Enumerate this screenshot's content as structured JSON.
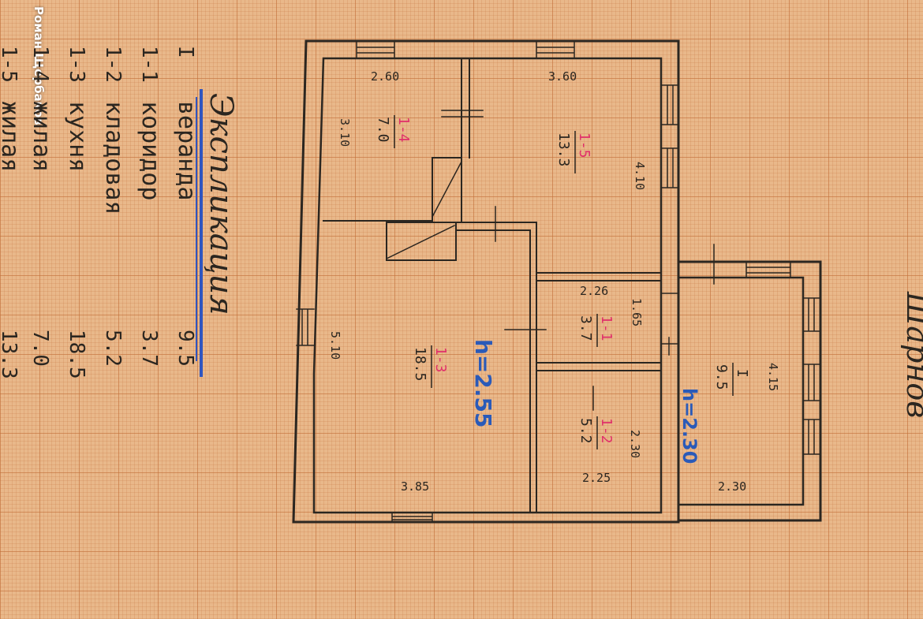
{
  "watermark": "Роман Щербаков",
  "street_label": "Шарнов",
  "legend": {
    "title": "Экспликация",
    "rows": [
      {
        "code": "I",
        "name": "веранда",
        "area": "9.5"
      },
      {
        "code": "1-1",
        "name": "коридор",
        "area": "3.7"
      },
      {
        "code": "1-2",
        "name": "кладовая",
        "area": "5.2"
      },
      {
        "code": "1-3",
        "name": "кухня",
        "area": "18.5"
      },
      {
        "code": "1-4",
        "name": "жилая",
        "area": "7.0"
      },
      {
        "code": "1-5",
        "name": "жилая",
        "area": "13.3"
      }
    ]
  },
  "rooms": [
    {
      "code": "1-4",
      "area": "7.0"
    },
    {
      "code": "1-5",
      "area": "13.3"
    },
    {
      "code": "1-3",
      "area": "18.5"
    },
    {
      "code": "1-1",
      "area": "3.7"
    },
    {
      "code": "1-2",
      "area": "5.2"
    },
    {
      "code": "I",
      "area": "9.5"
    }
  ],
  "dimensions": [
    "2.60",
    "3.60",
    "3.10",
    "4.10",
    "5.10",
    "3.85",
    "2.26",
    "1.65",
    "2.30",
    "2.25",
    "4.15",
    "2.30"
  ],
  "heights": [
    "h=2.55",
    "h=2.30"
  ],
  "colors": {
    "ink": "#2b2620",
    "code_red": "#e0306a",
    "height_blue": "#2a5ab8",
    "underline_blue": "#2f55c0"
  }
}
